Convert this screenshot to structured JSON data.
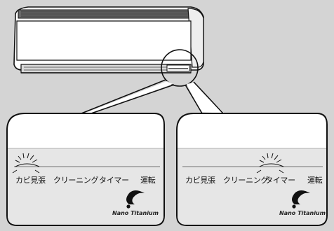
{
  "panels": [
    {
      "labels": [
        "カビ見張",
        "クリーニング",
        "タイマー",
        "運転"
      ],
      "highlight": "カビ見張",
      "brand": "Nano Titanium"
    },
    {
      "labels": [
        "カビ見張",
        "クリーニング",
        "タイマー",
        "運転"
      ],
      "highlight": "タイマー",
      "brand": "Nano Titanium"
    }
  ],
  "colors": {
    "background": "#d4d4d4",
    "unit_body": "#ffffff",
    "outline": "#111111",
    "panel_shade": "#e6e6e6"
  },
  "icons": [
    "air-conditioner-unit",
    "indicator-glow",
    "nano-titanium-logo"
  ]
}
